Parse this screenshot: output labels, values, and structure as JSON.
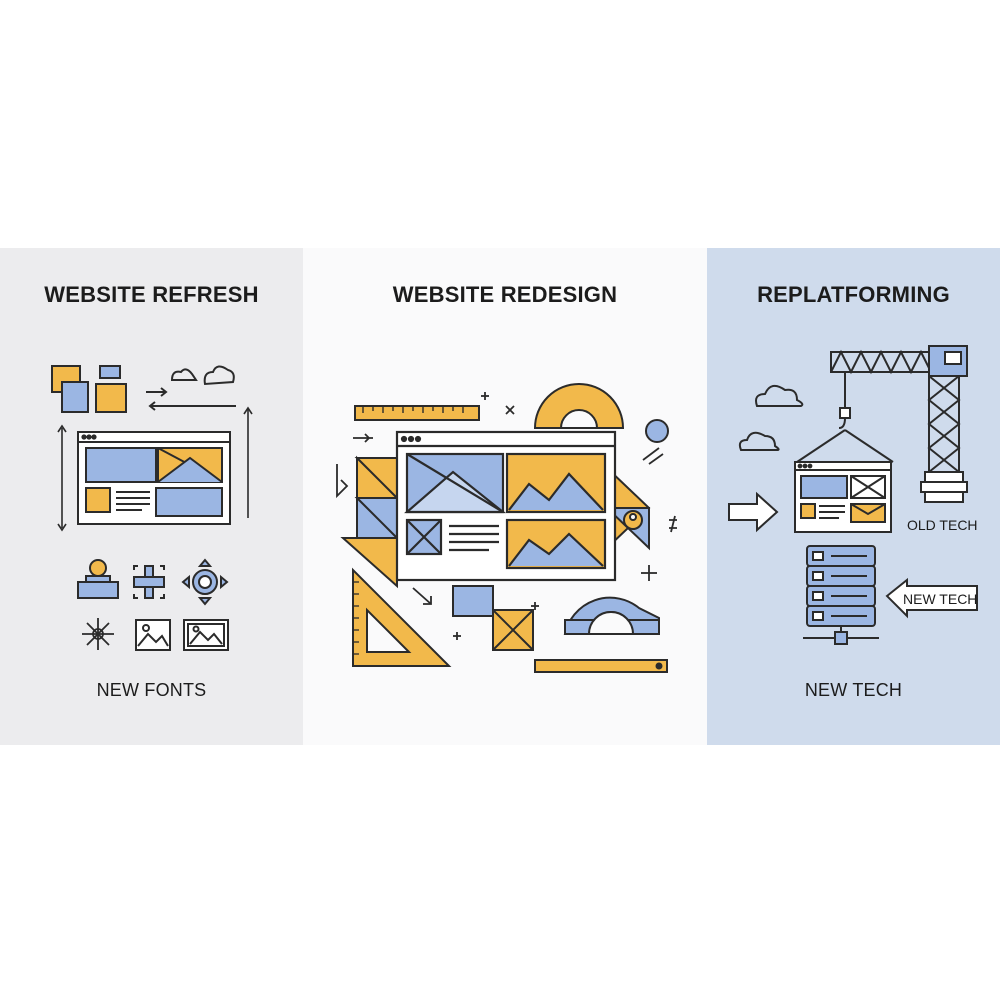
{
  "panels": {
    "refresh": {
      "title": "WEBSITE REFRESH",
      "caption": "NEW FONTS"
    },
    "redesign": {
      "title": "WEBSITE REDESIGN"
    },
    "replatforming": {
      "title": "REPLATFORMING",
      "caption": "NEW TECH",
      "old_tag": "OLD TECH",
      "new_tag": "NEW TECH"
    }
  },
  "colors": {
    "left_bg": "#ececee",
    "mid_bg": "#fafafb",
    "right_bg": "#cfdbec",
    "accent_yellow": "#f2b94b",
    "accent_blue": "#9bb6e3",
    "line": "#2b2b2b"
  },
  "icons": {
    "refresh": [
      "layout-blocks-icon",
      "browser-wireframe-icon",
      "user-icon",
      "move-icon",
      "target-icon",
      "snowflake-icon",
      "image-icon",
      "image-frame-icon"
    ],
    "redesign": [
      "ruler-icon",
      "protractor-icon",
      "browser-wireframe-icon",
      "triangle-ruler-icon",
      "arrow-icon"
    ],
    "replatforming": [
      "crane-icon",
      "cloud-icon",
      "browser-wireframe-icon",
      "server-stack-icon",
      "arrow-right-icon",
      "arrow-left-icon"
    ]
  }
}
